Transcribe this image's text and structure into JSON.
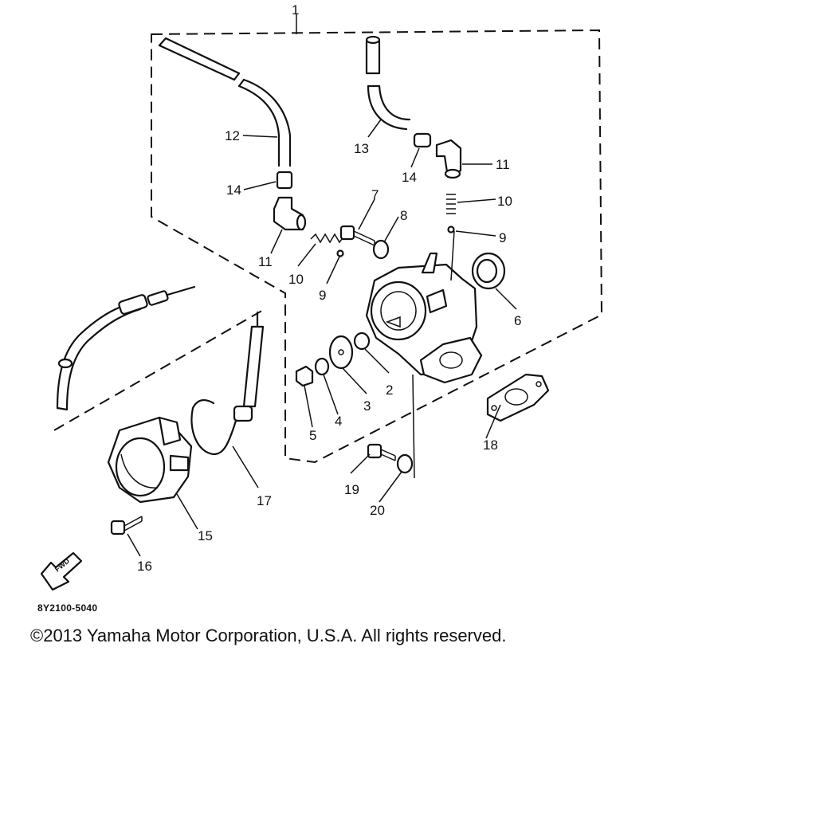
{
  "diagram": {
    "group_callout": "1",
    "callouts": [
      "2",
      "3",
      "4",
      "5",
      "6",
      "7",
      "8",
      "9",
      "9",
      "10",
      "10",
      "11",
      "11",
      "12",
      "13",
      "14",
      "14",
      "15",
      "16",
      "17",
      "18",
      "19",
      "20"
    ],
    "fwd_label": "FWD",
    "drawing_code": "8Y2100-5040",
    "copyright": "©2013 Yamaha Motor Corporation, U.S.A. All rights reserved."
  }
}
